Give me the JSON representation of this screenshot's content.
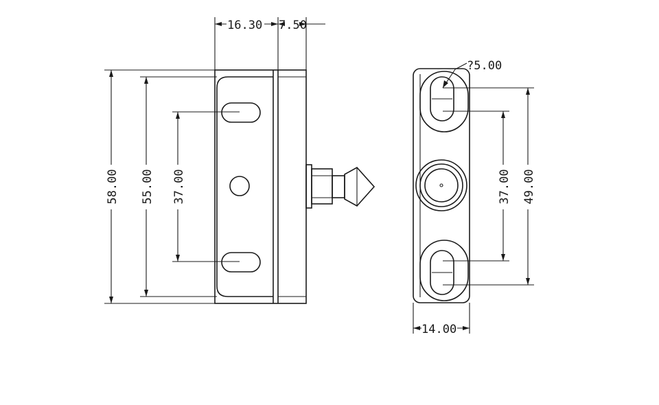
{
  "dimensions": {
    "front_width": "16.30",
    "front_depth": "7.50",
    "overall_height": "58.00",
    "plate_height": "55.00",
    "slot_spacing_front": "37.00",
    "slot_spacing_side": "37.00",
    "slot_outer_span": "49.00",
    "side_width": "14.00",
    "slot_diameter": "?5.00"
  }
}
